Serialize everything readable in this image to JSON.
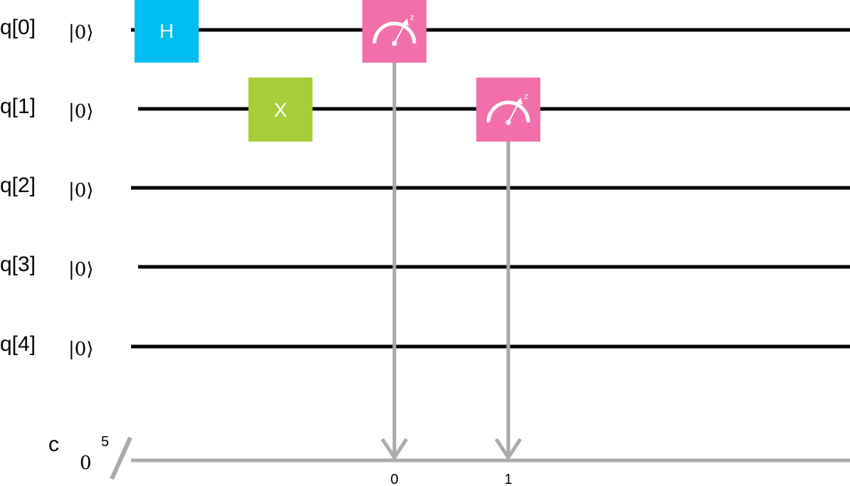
{
  "circuit": {
    "qubits": [
      {
        "label": "q[0]",
        "init": "|0⟩"
      },
      {
        "label": "q[1]",
        "init": "|0⟩"
      },
      {
        "label": "q[2]",
        "init": "|0⟩"
      },
      {
        "label": "q[3]",
        "init": "|0⟩"
      },
      {
        "label": "q[4]",
        "init": "|0⟩"
      }
    ],
    "classical_register": {
      "label": "c",
      "init": "0",
      "width": "5"
    },
    "gates": [
      {
        "type": "H",
        "label": "H",
        "qubit": 0,
        "step": 1
      },
      {
        "type": "X",
        "label": "X",
        "qubit": 1,
        "step": 2
      }
    ],
    "measurements": [
      {
        "qubit": 0,
        "bit": "0",
        "basis": "z",
        "step": 3
      },
      {
        "qubit": 1,
        "bit": "1",
        "basis": "z",
        "step": 4
      }
    ],
    "colors": {
      "qubit_wire": "#000000",
      "classical_wire": "#aaaaaa",
      "h_gate": "#00bdf2",
      "x_gate": "#a6ce38",
      "measure": "#f26fab",
      "gate_text": "#ffffff"
    }
  }
}
